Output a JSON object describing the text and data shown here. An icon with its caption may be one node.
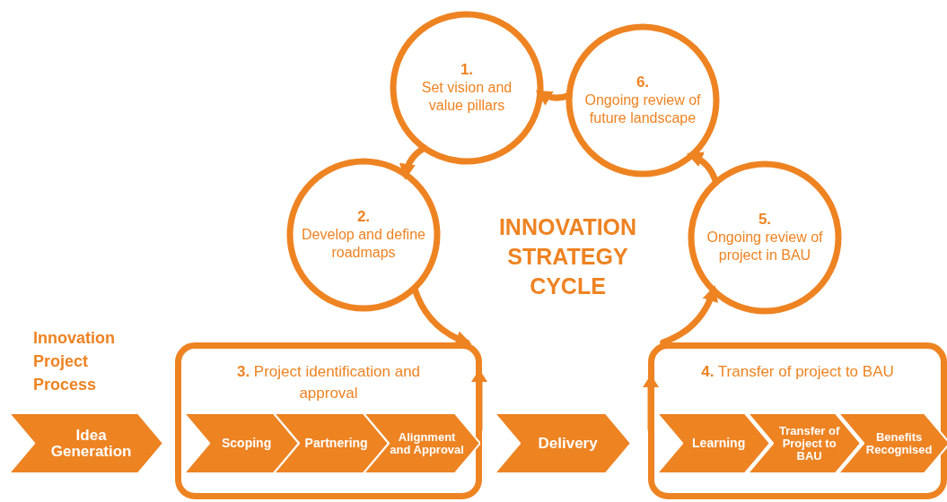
{
  "diagram": {
    "nodes": [
      {
        "text": [
          "1.",
          "Set vision and value pillars"
        ]
      },
      {
        "text": [
          "6.",
          "Ongoing review of future landscape"
        ]
      },
      {
        "text": [
          "2.",
          "Develop and define roadmaps"
        ]
      },
      {
        "text": [
          "5.",
          "Ongoing review of project in BAU"
        ]
      },
      {
        "text": [
          "Idea Generation"
        ]
      },
      {
        "text": [
          "**3.** Project identification and approval"
        ]
      },
      {
        "text": [
          "Scoping"
        ],
        "in": 5
      },
      {
        "text": [
          "Partnering"
        ],
        "in": 5
      },
      {
        "text": [
          "Alignment and Approval"
        ],
        "in": 5
      },
      {
        "text": [
          "Delivery"
        ]
      },
      {
        "text": [
          "**4.** Transfer of project to BAU"
        ]
      },
      {
        "text": [
          "Learning"
        ],
        "in": 10
      },
      {
        "text": [
          "Transfer of Project to BAU"
        ],
        "in": 10
      },
      {
        "text": [
          "Benefits Recognised"
        ],
        "in": 10
      }
    ],
    "edges": [
      {
        "from": 0,
        "to": 2,
        "arrow": "to"
      },
      {
        "from": 2,
        "to": 5,
        "arrow": "to"
      },
      {
        "from": 10,
        "to": 3,
        "arrow": "to"
      },
      {
        "from": 3,
        "to": 1,
        "arrow": "to"
      },
      {
        "from": 1,
        "to": 0,
        "arrow": "to"
      }
    ],
    "labels": [
      "INNOVATION STRATEGY CYCLE",
      "Innovation Project Process"
    ]
  }
}
